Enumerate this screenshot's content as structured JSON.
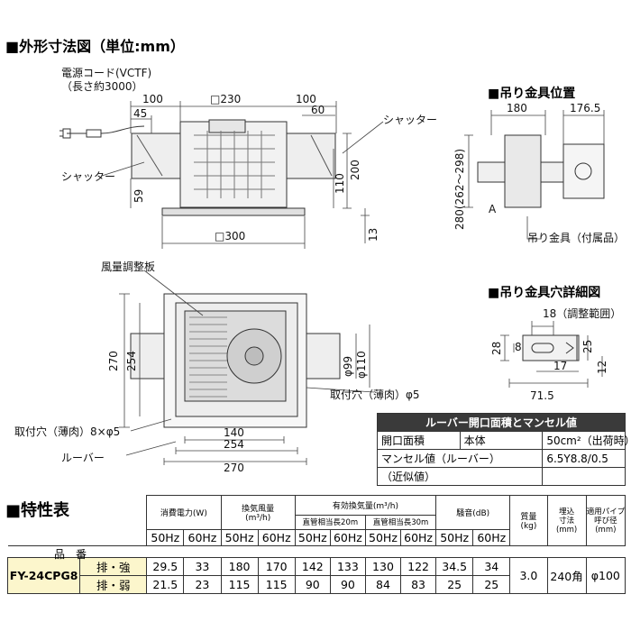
{
  "sections": {
    "outline": "■外形寸法図（単位:mm）",
    "hanger_position": "■吊り金具位置",
    "hanger_hole": "■吊り金具穴詳細図",
    "spec": "■特性表"
  },
  "front_view": {
    "cord_label": "電源コード(VCTF)",
    "cord_length": "（長さ約3000）",
    "dim_100_left": "100",
    "dim_230": "□230",
    "dim_100_right": "100",
    "dim_45": "45",
    "dim_60": "60",
    "dim_200": "200",
    "dim_110": "110",
    "dim_59": "59",
    "dim_13": "13",
    "dim_300": "□300",
    "shutter_left": "シャッター",
    "shutter_right": "シャッター"
  },
  "plan_view": {
    "damper_label": "風量調整板",
    "dim_270_v": "270",
    "dim_254_v": "254",
    "dim_140": "140",
    "dim_254_h": "254",
    "dim_270_h": "270",
    "dim_d99": "φ99",
    "dim_d110": "φ110",
    "hole_label": "取付穴（薄肉）φ5",
    "holes_label": "取付穴（薄肉）8×φ5",
    "louver_label": "ルーバー"
  },
  "hanger_position": {
    "dim_180": "180",
    "dim_176_5": "176.5",
    "dim_280": "280(262〜298)",
    "label_a": "A",
    "hanger_label": "吊り金具（付属品）"
  },
  "hanger_hole": {
    "dim_18": "18（調整範囲）",
    "dim_28": "28",
    "dim_8": "8",
    "dim_17": "17",
    "dim_12": "12",
    "dim_25": "25",
    "dim_71_5": "71.5"
  },
  "louver_table": {
    "title": "ルーバー開口面積とマンセル値",
    "rows": [
      [
        "開口面積",
        "本体",
        "50cm²（出荷時）"
      ],
      [
        "マンセル値（ルーバー）",
        "",
        "6.5Y8.8/0.5"
      ],
      [
        "（近似値）",
        "",
        ""
      ]
    ]
  },
  "spec": {
    "model_header": "品　番",
    "model": "FY-24CPG8",
    "groups": {
      "power": "消費電力(W)",
      "airflow": "換気風量",
      "airflow_unit": "(m³/h)",
      "effective": "有効換気量(m³/h)",
      "duct20": "直管相当長20m",
      "duct30": "直管相当長30m",
      "noise": "騒音(dB)",
      "mass": "質量",
      "mass_unit": "(kg)",
      "embed": "埋込",
      "embed2": "寸法",
      "embed_unit": "(mm)",
      "pipe": "適用パイプ",
      "pipe2": "呼び径",
      "pipe_unit": "(mm)"
    },
    "freq": [
      "50Hz",
      "60Hz",
      "50Hz",
      "60Hz",
      "50Hz",
      "60Hz",
      "50Hz",
      "60Hz",
      "50Hz",
      "60Hz"
    ],
    "rows": [
      {
        "mode": "排・強",
        "values": [
          "29.5",
          "33",
          "180",
          "170",
          "142",
          "133",
          "130",
          "122",
          "34.5",
          "34"
        ]
      },
      {
        "mode": "排・弱",
        "values": [
          "21.5",
          "23",
          "115",
          "115",
          "90",
          "90",
          "84",
          "83",
          "25",
          "25"
        ]
      }
    ],
    "mass": "3.0",
    "embed": "240角",
    "pipe": "φ100"
  },
  "colors": {
    "model_highlight": "#fcf6cc",
    "table_header": "#3a3a3a"
  }
}
